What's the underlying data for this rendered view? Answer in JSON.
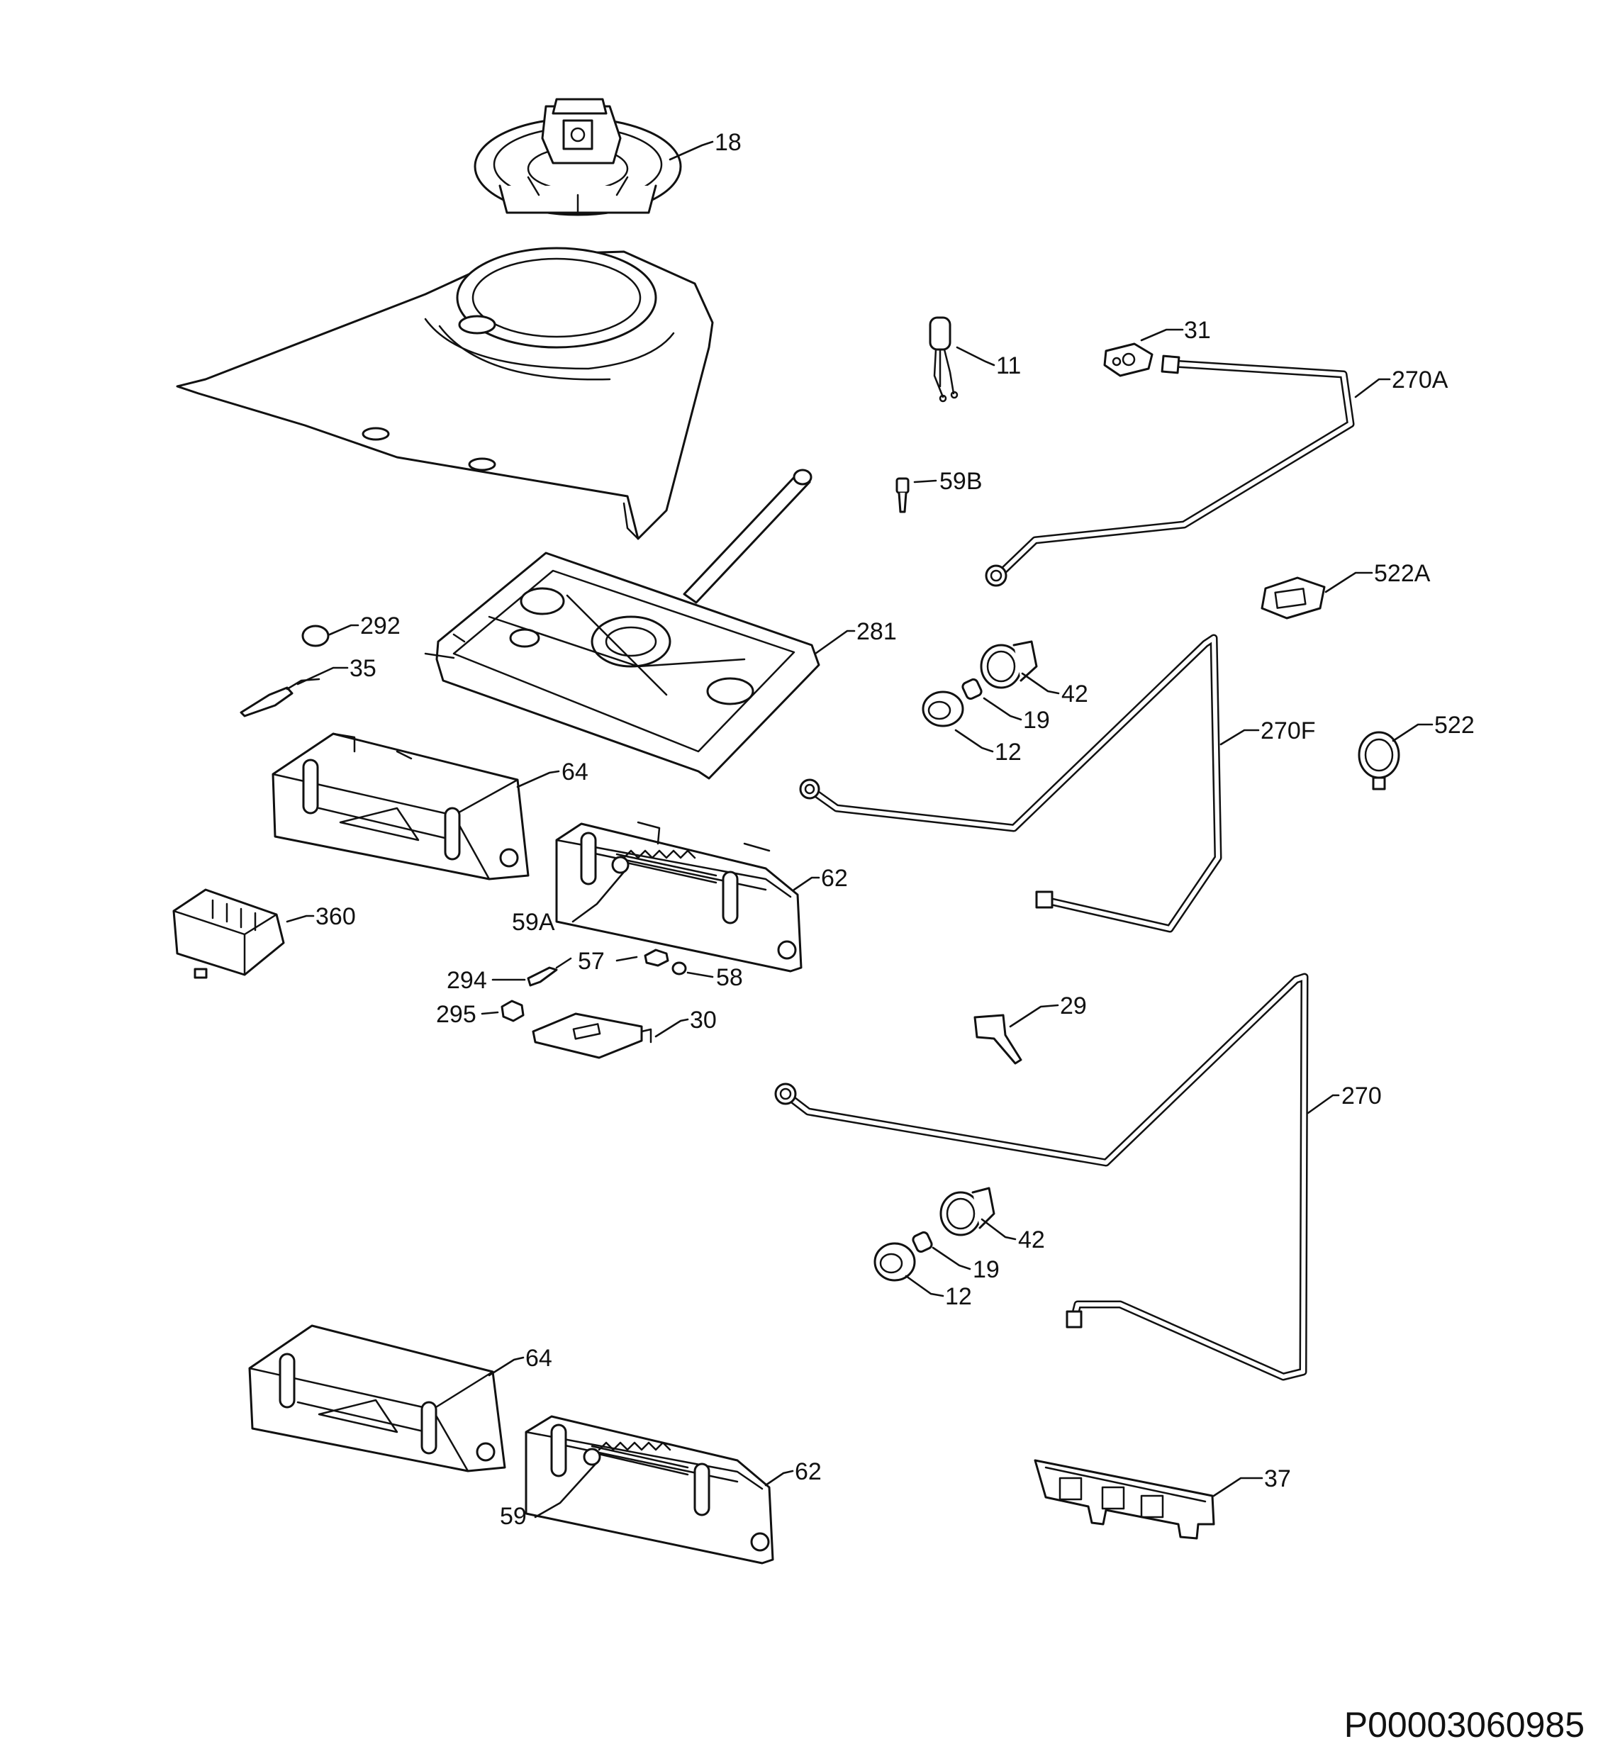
{
  "diagram": {
    "drawing_code": "P00003060985",
    "callouts": [
      {
        "id": "18",
        "text": "18"
      },
      {
        "id": "11",
        "text": "11"
      },
      {
        "id": "31",
        "text": "31"
      },
      {
        "id": "270A",
        "text": "270A"
      },
      {
        "id": "59B",
        "text": "59B"
      },
      {
        "id": "522A",
        "text": "522A"
      },
      {
        "id": "292",
        "text": "292"
      },
      {
        "id": "35",
        "text": "35"
      },
      {
        "id": "281",
        "text": "281"
      },
      {
        "id": "42a",
        "text": "42"
      },
      {
        "id": "19a",
        "text": "19"
      },
      {
        "id": "12a",
        "text": "12"
      },
      {
        "id": "270F",
        "text": "270F"
      },
      {
        "id": "522",
        "text": "522"
      },
      {
        "id": "64a",
        "text": "64"
      },
      {
        "id": "62a",
        "text": "62"
      },
      {
        "id": "360",
        "text": "360"
      },
      {
        "id": "59A",
        "text": "59A"
      },
      {
        "id": "57",
        "text": "57"
      },
      {
        "id": "58",
        "text": "58"
      },
      {
        "id": "294",
        "text": "294"
      },
      {
        "id": "295",
        "text": "295"
      },
      {
        "id": "30",
        "text": "30"
      },
      {
        "id": "29",
        "text": "29"
      },
      {
        "id": "270",
        "text": "270"
      },
      {
        "id": "42b",
        "text": "42"
      },
      {
        "id": "19b",
        "text": "19"
      },
      {
        "id": "12b",
        "text": "12"
      },
      {
        "id": "64b",
        "text": "64"
      },
      {
        "id": "62b",
        "text": "62"
      },
      {
        "id": "59",
        "text": "59"
      },
      {
        "id": "37",
        "text": "37"
      }
    ]
  }
}
